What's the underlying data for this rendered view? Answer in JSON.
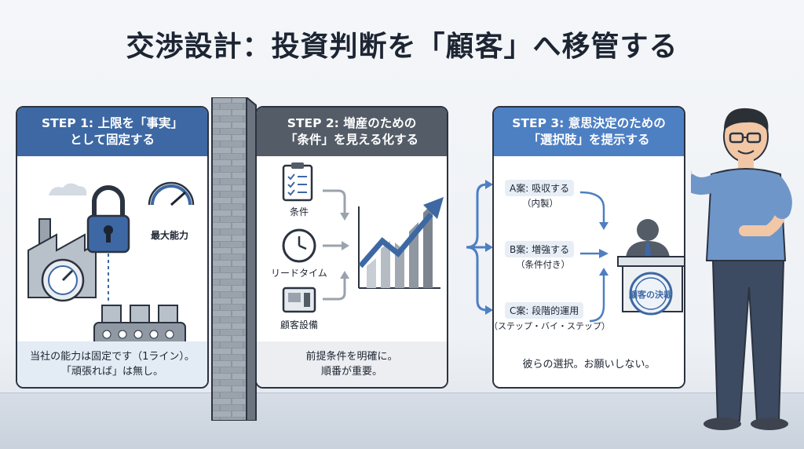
{
  "title": "交渉設計：投資判断を「顧客」へ移管する",
  "steps": [
    {
      "head_line1": "STEP 1: 上限を「事実」",
      "head_line2": "として固定する",
      "icon_label": "最大能力",
      "foot_line1": "当社の能力は固定です（1ライン）。",
      "foot_line2": "「頑張れば」は無し。"
    },
    {
      "head_line1": "STEP 2: 増産のための",
      "head_line2": "「条件」を見える化する",
      "items": [
        "条件",
        "リードタイム",
        "顧客設備"
      ],
      "foot_line1": "前提条件を明確に。",
      "foot_line2": "順番が重要。"
    },
    {
      "head_line1": "STEP 3: 意思決定のための",
      "head_line2": "「選択肢」を提示する",
      "options": [
        {
          "label": "A案: 吸収する",
          "sub": "（内製）"
        },
        {
          "label": "B案: 増強する",
          "sub": "（条件付き）"
        },
        {
          "label": "C案: 段階的運用",
          "sub": "（ステップ・バイ・ステップ）"
        }
      ],
      "stamp": "顧客の決裁",
      "foot_line1": "彼らの選択。お願いしない。"
    }
  ],
  "colors": {
    "step1": "#3d68a3",
    "step2": "#545c67",
    "step3": "#4d7fc3",
    "accent": "#4d7fc3"
  }
}
